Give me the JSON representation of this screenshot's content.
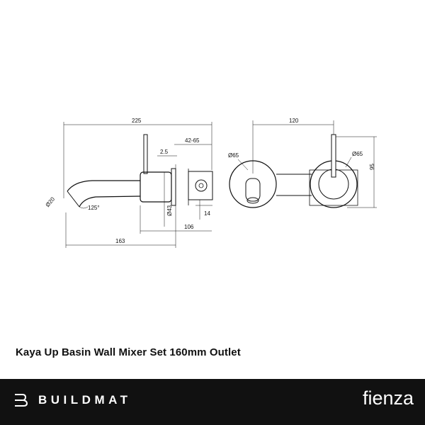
{
  "product": {
    "title": "Kaya Up Basin Wall Mixer Set 160mm Outlet"
  },
  "diagram": {
    "side_view": {
      "dim_overall_length": "225",
      "dim_plate_gap": "2.5",
      "dim_wall_depth": "42-65",
      "dim_spout_diameter": "Ø20",
      "dim_angle": "125°",
      "dim_body_diameter": "Ø43",
      "dim_box": "14",
      "dim_body_to_wall": "106",
      "dim_spout_reach": "163"
    },
    "front_view": {
      "dim_center_distance": "120",
      "dim_left_plate": "Ø65",
      "dim_right_plate": "Ø65",
      "dim_height": "95"
    }
  },
  "footer": {
    "left_brand": "BUILDMAT",
    "right_brand": "fienza",
    "background": "#111111",
    "text_color": "#ffffff"
  }
}
